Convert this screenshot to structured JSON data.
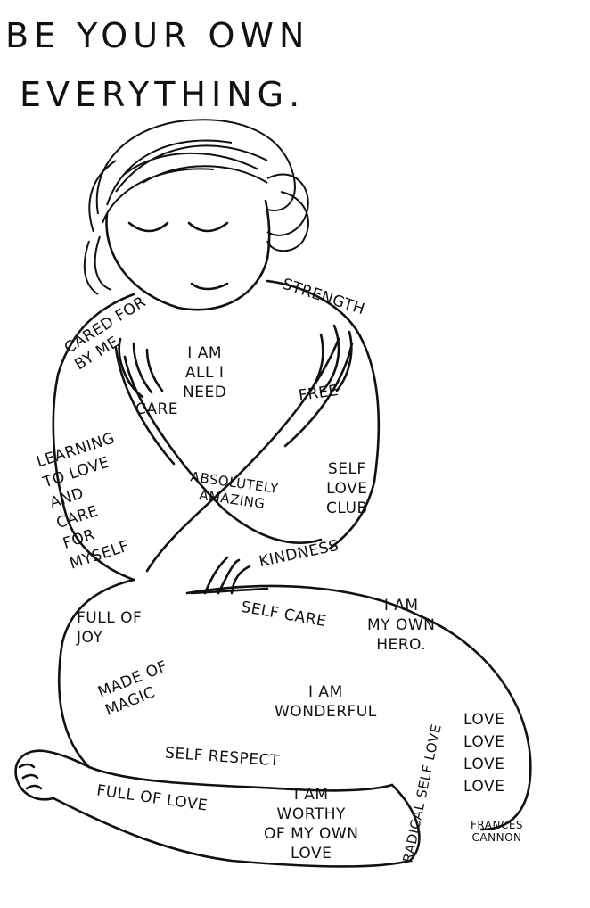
{
  "title": {
    "line1": "BE   YOUR   OWN",
    "line2": "EVERYTHING."
  },
  "labels": {
    "strength": "STRENGTH",
    "cared_for": "CARED FOR\nBY ME",
    "i_am_all": "I AM\nALL I\nNEED",
    "care": "CARE",
    "free": "FREE",
    "learning": "LEARNING\nTO LOVE\nAND\nCARE\nFOR\nMYSELF",
    "absolutely": "ABSOLUTELY\nAMAZING",
    "self_love_club": "SELF\nLOVE\nCLUB",
    "kindness": "KINDNESS",
    "full_of_joy": "FULL OF\nJOY",
    "self_care": "SELF CARE",
    "own_hero": "I AM\nMY OWN\nHERO.",
    "made_of_magic": "MADE OF\nMAGIC",
    "wonderful": "I AM\nWONDERFUL",
    "radical": "RADICAL SELF LOVE",
    "love_love": "LOVE\nLOVE\nLOVE\nLOVE",
    "self_respect": "SELF RESPECT",
    "full_of_love": "FULL OF LOVE",
    "worthy": "I AM\nWORTHY\nOF MY OWN\nLOVE",
    "signature": "FRANCES\nCANNON"
  },
  "colors": {
    "ink": "#111111",
    "paper": "#ffffff"
  }
}
